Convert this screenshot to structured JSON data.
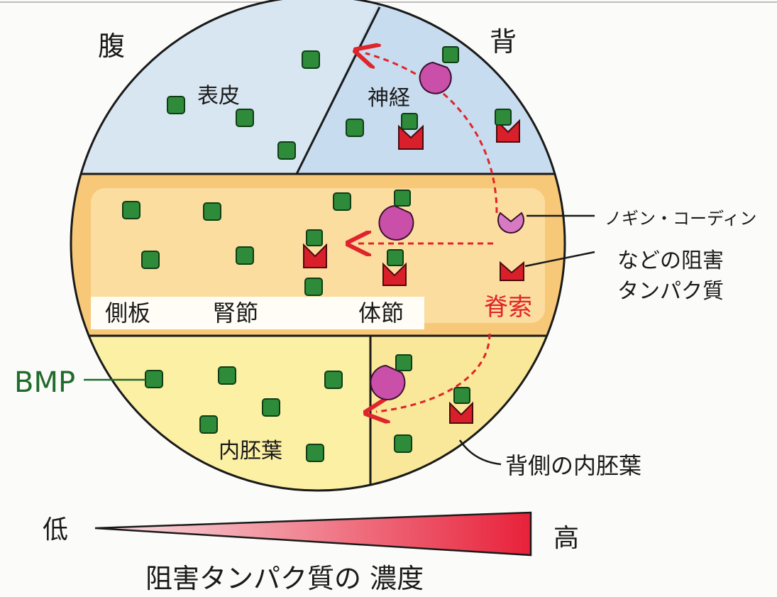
{
  "labels": {
    "ventral": "腹",
    "dorsal": "背",
    "epidermis": "表皮",
    "neural": "神経",
    "lateral_plate": "側板",
    "kidney_segment": "腎節",
    "somite": "体節",
    "notochord": "脊索",
    "endoderm": "内胚葉",
    "inhibitor_line1": "ノギン・コーディン",
    "inhibitor_line2": "などの阻害",
    "inhibitor_line3": "タンパク質",
    "bmp": "BMP",
    "dorsal_endoderm": "背側の内胚葉",
    "low": "低",
    "high": "高",
    "gradient_caption": "阻害タンパク質の 濃度"
  },
  "colors": {
    "ventral_ectoderm": "#d8e6f2",
    "neural_region": "#cfe0f0",
    "mesoderm_band": "#f7c878",
    "mesoderm_inner": "#fbe6b8",
    "endoderm": "#fbf0a4",
    "bmp_green": "#2e8b3a",
    "inhibitor_magenta": "#c94fa8",
    "inhibitor_red": "#d81f2a",
    "arrow_red": "#e0242b",
    "ink": "#1a1a1a"
  }
}
